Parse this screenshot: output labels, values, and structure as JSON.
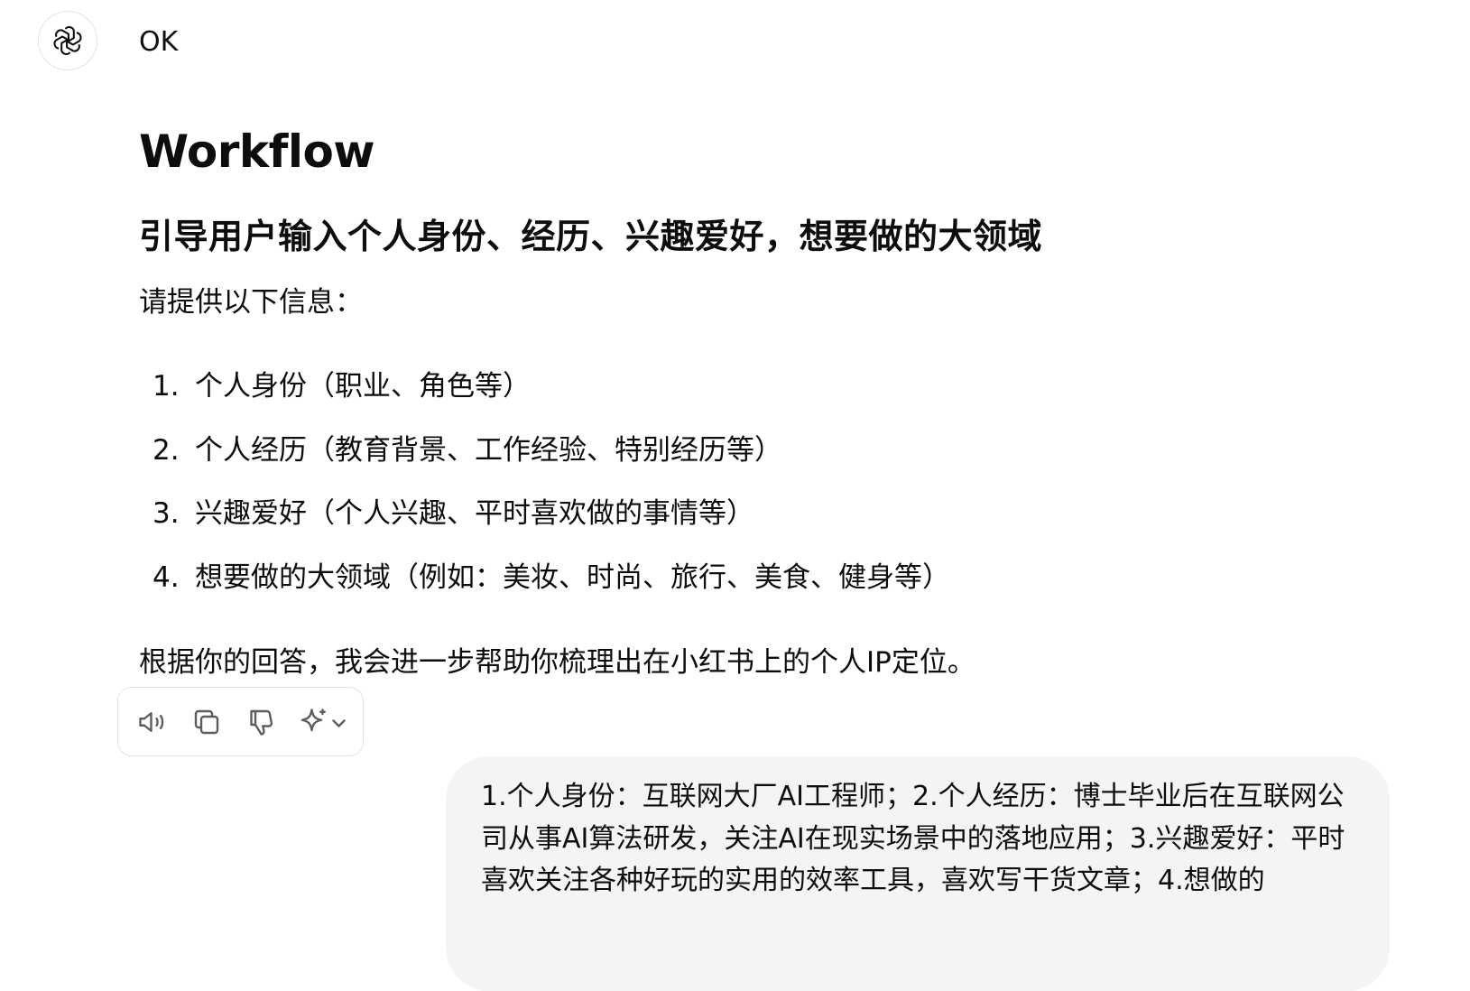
{
  "assistant": {
    "avatar_icon": "openai-logo-icon",
    "first_line": "OK",
    "heading": "Workflow",
    "subheading": "引导用户输入个人身份、经历、兴趣爱好，想要做的大领域",
    "intro": "请提供以下信息：",
    "list": [
      {
        "num": "1.",
        "text": "个人身份（职业、角色等）"
      },
      {
        "num": "2.",
        "text": "个人经历（教育背景、工作经验、特别经历等）"
      },
      {
        "num": "3.",
        "text": "兴趣爱好（个人兴趣、平时喜欢做的事情等）"
      },
      {
        "num": "4.",
        "text": "想要做的大领域（例如：美妆、时尚、旅行、美食、健身等）"
      }
    ],
    "outro": "根据你的回答，我会进一步帮助你梳理出在小红书上的个人IP定位。"
  },
  "actions": {
    "icons": [
      "speaker-icon",
      "copy-icon",
      "thumbs-down-icon",
      "sparkle-icon",
      "chevron-down-icon"
    ]
  },
  "user": {
    "message": "1.个人身份：互联网大厂AI工程师；2.个人经历：博士毕业后在互联网公司从事AI算法研发，关注AI在现实场景中的落地应用；3.兴趣爱好：平时喜欢关注各种好玩的实用的效率工具，喜欢写干货文章；4.想做的"
  }
}
